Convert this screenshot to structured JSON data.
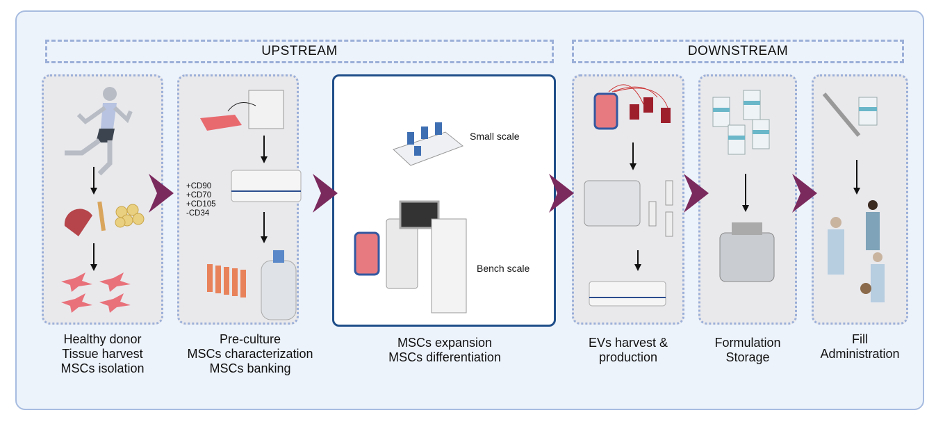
{
  "sections": {
    "upstream": "UPSTREAM",
    "downstream": "DOWNSTREAM"
  },
  "markers": [
    "+CD90",
    "+CD70",
    "+CD105",
    "-CD34"
  ],
  "scales": {
    "small": "Small scale",
    "bench": "Bench  scale"
  },
  "stages": [
    {
      "lines": [
        "Healthy donor",
        "Tissue harvest",
        "MSCs isolation"
      ]
    },
    {
      "lines": [
        "Pre-culture",
        "MSCs characterization",
        "MSCs banking"
      ]
    },
    {
      "lines": [
        "MSCs expansion",
        "MSCs differentiation"
      ]
    },
    {
      "lines": [
        "EVs harvest &",
        "production"
      ]
    },
    {
      "lines": [
        "Formulation",
        "Storage"
      ]
    },
    {
      "lines": [
        "Fill",
        "Administration"
      ]
    }
  ],
  "colors": {
    "chevron": "#7b2a5e",
    "panel_border": "#9bafd8",
    "highlight_border": "#1f4e89",
    "background": "#edf3fb"
  }
}
